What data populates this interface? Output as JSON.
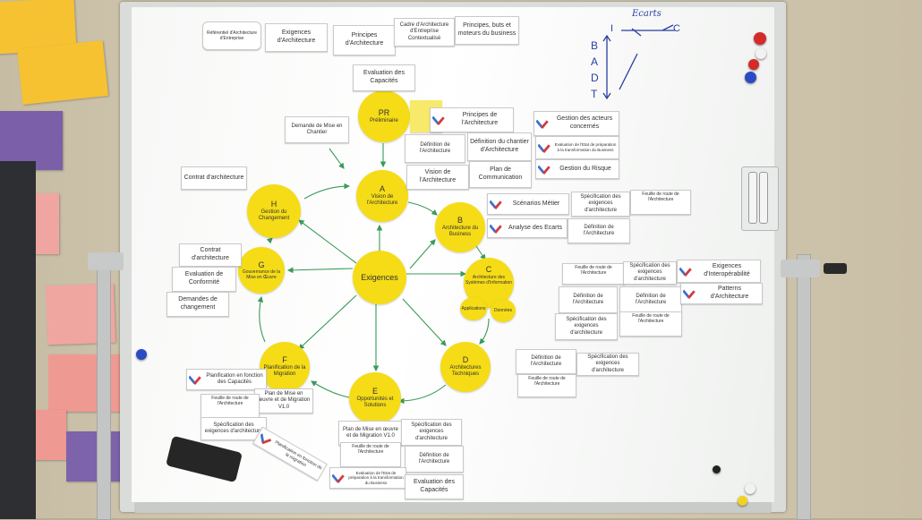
{
  "header_cards": [
    "Référentiel d'Architecture d'Entreprise",
    "Exigences d'Architecture",
    "Principes d'Architecture",
    "Cadre d'Architecture d'Entreprise Contextualisé",
    "Principes, buts et moteurs du business"
  ],
  "phases": {
    "pr": {
      "letter": "PR",
      "name": "Préliminaire"
    },
    "a": {
      "letter": "A",
      "name": "Vision de l'Architecture"
    },
    "b": {
      "letter": "B",
      "name": "Architecture du Business"
    },
    "c": {
      "letter": "C",
      "name": "Architecture des Systèmes d'Information"
    },
    "d": {
      "letter": "D",
      "name": "Architectures Techniques"
    },
    "e": {
      "letter": "E",
      "name": "Opportunités et Solutions"
    },
    "f": {
      "letter": "F",
      "name": "Planification de la Migration"
    },
    "g": {
      "letter": "G",
      "name": "Gouvernance de la Mise en Œuvre"
    },
    "h": {
      "letter": "H",
      "name": "Gestion du Changement"
    },
    "center": "Exigences",
    "c_small1": "Applications",
    "c_small2": "Données"
  },
  "cards": {
    "eval_top": "Evaluation des Capacités",
    "demande": "Demande de Mise en Chantier",
    "principes_arch": "Principes de l'Architecture",
    "gestion_acteurs": "Gestion des acteurs concernés",
    "def_arch_1": "Définition de l'Architecture",
    "def_chantier": "Définition du chantier d'Architecture",
    "eval_etat": "Evaluation de l'Etat de préparation à la transformation du Business",
    "vision_arch": "Vision de l'Architecture",
    "plan_comm": "Plan de Communication",
    "gestion_risque": "Gestion du Risque",
    "contrat_1": "Contrat d'architecture",
    "scenarios": "Scénarios Métier",
    "analyse_ecarts": "Analyse des Ecarts",
    "spec_1": "Spécification des exigences d'architecture",
    "def_arch_2": "Définition de l'Architecture",
    "feuille": "Feuille de route de l'Architecture",
    "contrat_2": "Contrat d'architecture",
    "eval_conformite": "Evaluation de Conformité",
    "demandes_changement": "Demandes de changement",
    "exig_interop": "Exigences d'Interopérabilité",
    "patterns": "Patterns d'Architecture",
    "spec_2": "Spécification des exigences d'architecture",
    "def_arch_3": "Définition de l'Architecture",
    "def_arch_4": "Définition de l'Architecture",
    "spec_3": "Spécification des exigences d'architecture",
    "def_arch_5": "Définition de l'Architecture",
    "spec_4": "Spécification des exigences d'architecture",
    "plan_capacites": "Planification en fonction des Capacités",
    "plan_mise_1": "Plan de Mise en œuvre et de Migration V1.0",
    "spec_5": "Spécification des exigences d'architecture",
    "plan_mise_2": "Plan de Mise en œuvre et de Migration V1.0",
    "spec_6": "Spécification des exigences d'architecture",
    "def_arch_6": "Définition de l'Architecture",
    "eval_etat_2": "Evaluation de l'Etat de préparation à la transformation du Business",
    "eval_bottom": "Evaluation des Capacités",
    "plan_diag": "Planification en fonction de la migration"
  },
  "handwriting": {
    "top": "Ecarts",
    "left": [
      "I",
      "C"
    ],
    "vertical": [
      "B",
      "A",
      "D",
      "T"
    ]
  },
  "colors": {
    "yellow": "#f5dc16",
    "wall": "#c6bca4",
    "board": "#ffffff",
    "arrow": "#3a9a5a",
    "tool_blue": "#3b6fd1",
    "tool_red": "#d23c3c"
  }
}
